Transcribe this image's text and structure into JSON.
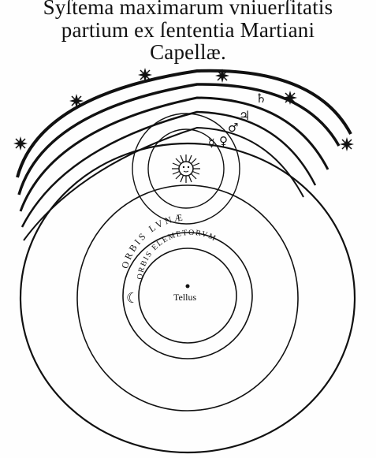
{
  "title": {
    "line1": "Syſtema maximarum vniuerſitatis",
    "line2": "partium ex ſententia Martiani",
    "line3": "Capellæ."
  },
  "diagram": {
    "lunar_orbit_label": "ORBIS LVNÆ",
    "elements_orbit_label": "ORBIS ELEMETORVM",
    "center_label": "Tellus",
    "planet_symbols": {
      "saturn": "♄",
      "jupiter": "♃",
      "mars": "♂",
      "venus": "♀",
      "mercury": "☿",
      "moon": "☾"
    },
    "icons": [
      "star-icon",
      "sun-icon"
    ]
  }
}
